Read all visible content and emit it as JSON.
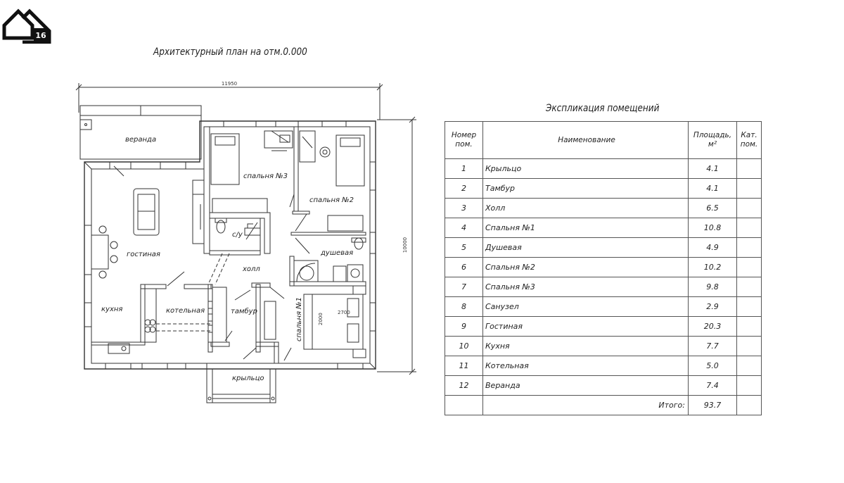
{
  "logo": {
    "badge": "16",
    "icon": "house-logo-icon"
  },
  "plan": {
    "title": "Архитектурный план на отм.0.000",
    "dims": {
      "width": "11950",
      "height": "10000",
      "bed_size": "2000",
      "bed_length": "2700"
    },
    "rooms": {
      "veranda": "веранда",
      "living": "гостиная",
      "kitchen": "кухня",
      "boiler": "котельная",
      "hall": "холл",
      "vestibule": "тамбур",
      "porch": "крыльцо",
      "bedroom3": "спальня №3",
      "bedroom2": "спальня №2",
      "bedroom1": "спальня №1",
      "wc": "с/у",
      "shower": "душевая"
    }
  },
  "explication": {
    "title": "Экспликация помещений",
    "headers": {
      "num": "Номер пом.",
      "name": "Наименование",
      "area": "Площадь, м²",
      "cat": "Кат. пом."
    },
    "rows": [
      {
        "num": "1",
        "name": "Крыльцо",
        "area": "4.1",
        "cat": ""
      },
      {
        "num": "2",
        "name": "Тамбур",
        "area": "4.1",
        "cat": ""
      },
      {
        "num": "3",
        "name": "Холл",
        "area": "6.5",
        "cat": ""
      },
      {
        "num": "4",
        "name": "Спальня №1",
        "area": "10.8",
        "cat": ""
      },
      {
        "num": "5",
        "name": "Душевая",
        "area": "4.9",
        "cat": ""
      },
      {
        "num": "6",
        "name": "Спальня №2",
        "area": "10.2",
        "cat": ""
      },
      {
        "num": "7",
        "name": "Спальня №3",
        "area": "9.8",
        "cat": ""
      },
      {
        "num": "8",
        "name": "Санузел",
        "area": "2.9",
        "cat": ""
      },
      {
        "num": "9",
        "name": "Гостиная",
        "area": "20.3",
        "cat": ""
      },
      {
        "num": "10",
        "name": "Кухня",
        "area": "7.7",
        "cat": ""
      },
      {
        "num": "11",
        "name": "Котельная",
        "area": "5.0",
        "cat": ""
      },
      {
        "num": "12",
        "name": "Веранда",
        "area": "7.4",
        "cat": ""
      }
    ],
    "total_label": "Итого:",
    "total_value": "93.7"
  }
}
